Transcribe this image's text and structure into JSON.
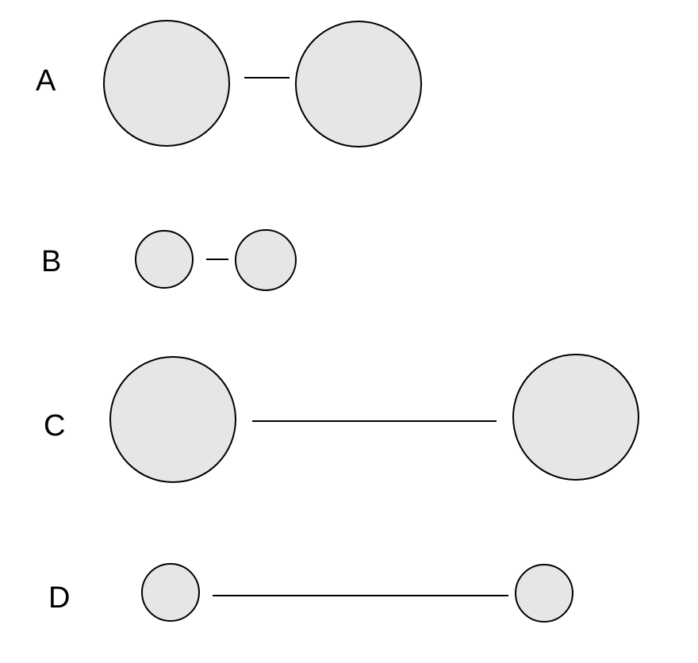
{
  "colors": {
    "sphere_fill": "#e6e6e6",
    "stroke": "#000000",
    "background": "#ffffff"
  },
  "pairs": [
    {
      "label": "A",
      "sphere_size": "large",
      "separation": "short"
    },
    {
      "label": "B",
      "sphere_size": "small",
      "separation": "short"
    },
    {
      "label": "C",
      "sphere_size": "large",
      "separation": "long"
    },
    {
      "label": "D",
      "sphere_size": "small",
      "separation": "long"
    }
  ]
}
